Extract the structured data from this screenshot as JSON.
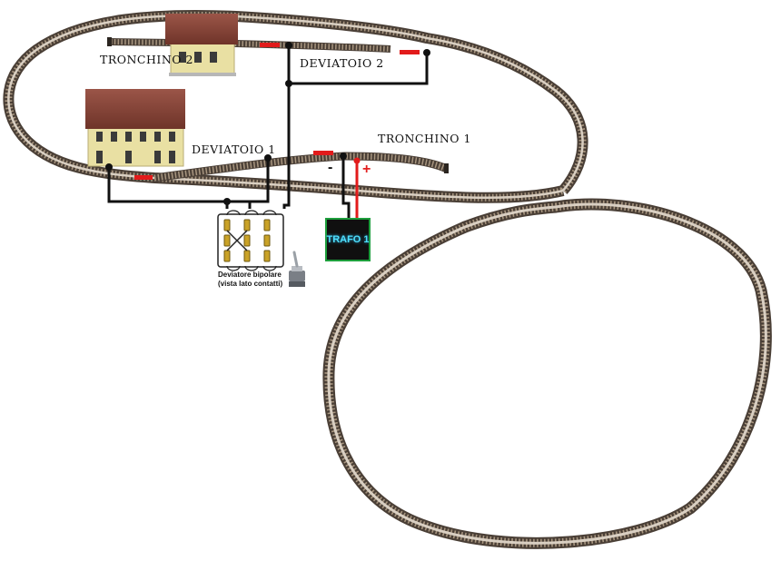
{
  "labels": {
    "tronchino_2": "TRONCHINO 2",
    "deviatoio_2": "DEVIATOIO 2",
    "deviatoio_1": "DEVIATOIO 1",
    "tronchino_1": "TRONCHINO 1"
  },
  "switch_caption": {
    "line1": "Deviatore bipolare",
    "line2": "(vista lato contatti)"
  },
  "trafo": {
    "label": "TRAFO 1"
  },
  "polarity": {
    "minus": "-",
    "plus": "+"
  },
  "colors": {
    "wire": "#111111",
    "insulator": "#e21b1b",
    "positive_wire": "#e21b1b",
    "rail": "#4a3f36",
    "sleepers": "#8b7b68",
    "building_roof": "#8e4a3c",
    "building_wall": "#e9e0a3",
    "trafo_border": "#1d9e3c",
    "trafo_text": "#4fe0ff",
    "switch_contacts": "#c9a227"
  }
}
